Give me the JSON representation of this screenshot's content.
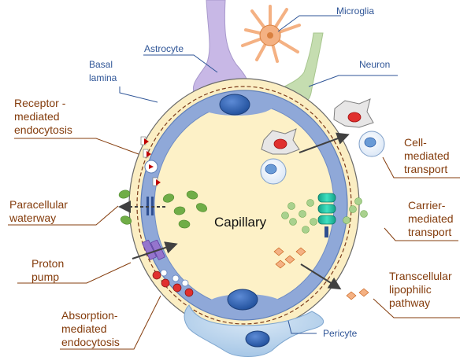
{
  "diagram": {
    "center_label": "Capillary",
    "cell_labels": {
      "microglia": "Microglia",
      "astrocyte": "Astrocyte",
      "neuron": "Neuron",
      "basal_lamina": [
        "Basal",
        "lamina"
      ],
      "pericyte": "Pericyte"
    },
    "pathways": {
      "receptor_mediated_endocytosis": [
        "Receptor -",
        "mediated",
        "endocytosis"
      ],
      "paracellular_waterway": [
        "Paracellular",
        "waterway"
      ],
      "proton_pump": [
        "Proton",
        "pump"
      ],
      "absorption_mediated_endocytosis": [
        "Absorption-",
        "mediated",
        "endocytosis"
      ],
      "cell_mediated_transport": [
        "Cell-",
        "mediated",
        "transport"
      ],
      "carrier_mediated_transport": [
        "Carrier-",
        "mediated",
        "transport"
      ],
      "transcellular_lipophilic_pathway": [
        "Transcellular",
        "lipophilic",
        "pathway"
      ]
    },
    "colors": {
      "label_blue": "#2f5597",
      "label_brown": "#843c0c",
      "endothelium": "#8fa8d8",
      "lumen": "#fdf1c7",
      "basement": "#fbeec3",
      "astrocyte": "#c8b8e6",
      "neuron": "#c5ddb0",
      "microglia": "#f4b183",
      "pericyte": "#bdd7ee",
      "nucleus": "#2f5fa8",
      "green_particle": "#70ad47",
      "carrier": "#26c6a7",
      "lipophilic": "#f4b183",
      "receptor_ligand": "#c00000",
      "proton_pump": "#9575cd"
    }
  }
}
